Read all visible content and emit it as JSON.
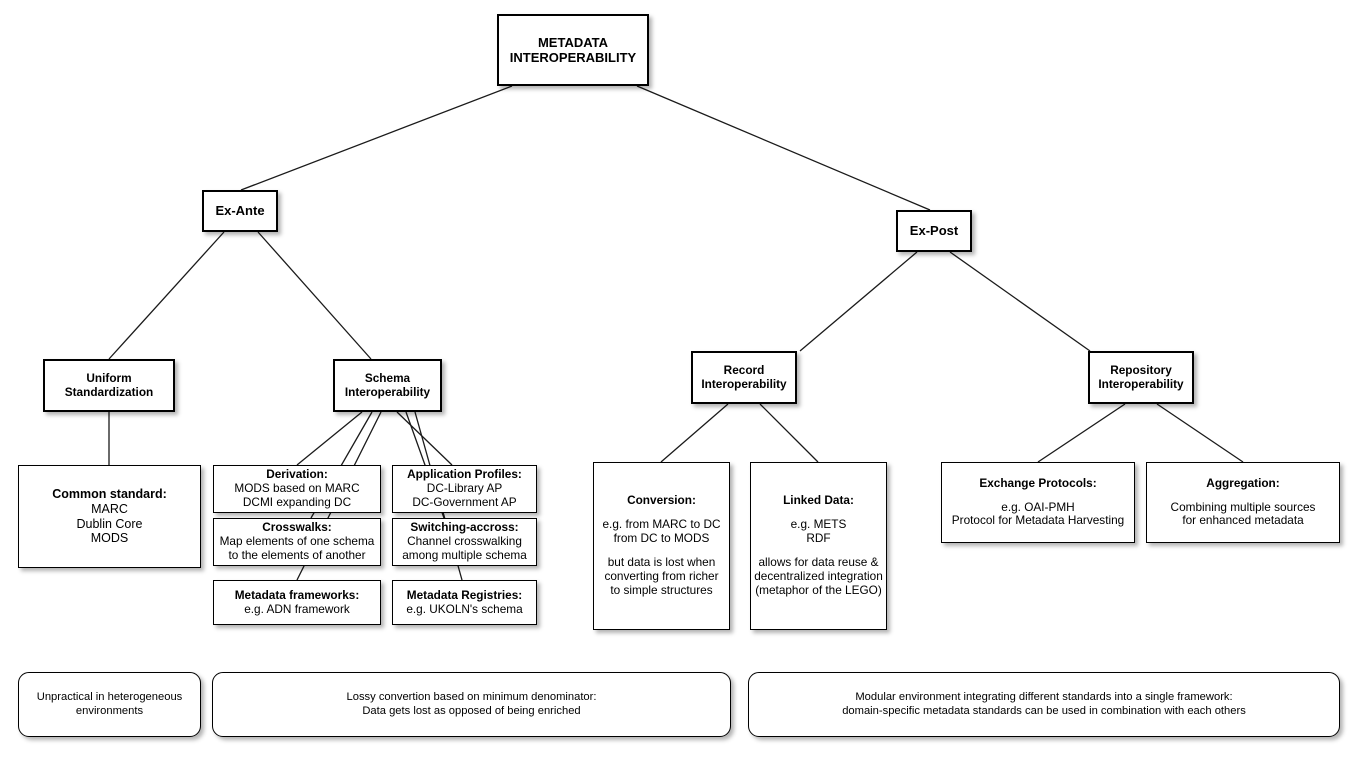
{
  "diagram": {
    "title_root": "METADATA\nINTEROPERABILITY",
    "root": {
      "line1": "METADATA",
      "line2": "INTEROPERABILITY"
    },
    "branches": {
      "ex_ante": "Ex-Ante",
      "ex_post": "Ex-Post"
    },
    "categories": {
      "uniform_standardization": {
        "line1": "Uniform",
        "line2": "Standardization"
      },
      "schema_interoperability": {
        "line1": "Schema",
        "line2": "Interoperability"
      },
      "record_interoperability": {
        "line1": "Record",
        "line2": "Interoperability"
      },
      "repository_interoperability": {
        "line1": "Repository",
        "line2": "Interoperability"
      }
    },
    "leaves": {
      "common_standard": {
        "title": "Common standard:",
        "lines": [
          "MARC",
          "Dublin Core",
          "MODS"
        ]
      },
      "derivation": {
        "title": "Derivation:",
        "lines": [
          "MODS based on MARC",
          "DCMI expanding DC"
        ]
      },
      "crosswalks": {
        "title": "Crosswalks:",
        "lines": [
          "Map elements of one schema",
          "to the elements of another"
        ]
      },
      "metadata_frameworks": {
        "title": "Metadata frameworks:",
        "lines": [
          "e.g. ADN framework"
        ]
      },
      "application_profiles": {
        "title": "Application Profiles:",
        "lines": [
          "DC-Library AP",
          "DC-Government AP"
        ]
      },
      "switching_accross": {
        "title": "Switching-accross:",
        "lines": [
          "Channel crosswalking",
          "among multiple schema"
        ]
      },
      "metadata_registries": {
        "title": "Metadata Registries:",
        "lines": [
          "e.g. UKOLN's schema"
        ]
      },
      "conversion": {
        "title": "Conversion:",
        "group1": [
          "e.g. from MARC to DC",
          "from DC to MODS"
        ],
        "group2": [
          "but data is lost when",
          "converting from richer",
          "to simple structures"
        ]
      },
      "linked_data": {
        "title": "Linked Data:",
        "group1": [
          "e.g. METS",
          "RDF"
        ],
        "group2": [
          "allows for data reuse &",
          "decentralized integration",
          "(metaphor of the LEGO)"
        ]
      },
      "exchange_protocols": {
        "title": "Exchange Protocols:",
        "lines": [
          "e.g. OAI-PMH",
          "Protocol for Metadata Harvesting"
        ]
      },
      "aggregation": {
        "title": "Aggregation:",
        "lines": [
          "Combining multiple sources",
          "for enhanced metadata"
        ]
      }
    },
    "summaries": {
      "unpractical": {
        "lines": [
          "Unpractical in heterogeneous",
          "environments"
        ]
      },
      "lossy": {
        "lines": [
          "Lossy convertion based on minimum denominator:",
          "Data gets lost as opposed of being enriched"
        ]
      },
      "modular": {
        "lines": [
          "Modular environment integrating different standards into a single framework:",
          "domain-specific metadata standards can be used in combination with each others"
        ]
      }
    },
    "colors": {
      "background": "#ffffff",
      "border": "#000000",
      "text": "#000000",
      "edge": "#1a1a1a",
      "shadow": "rgba(0,0,0,0.30)"
    }
  }
}
